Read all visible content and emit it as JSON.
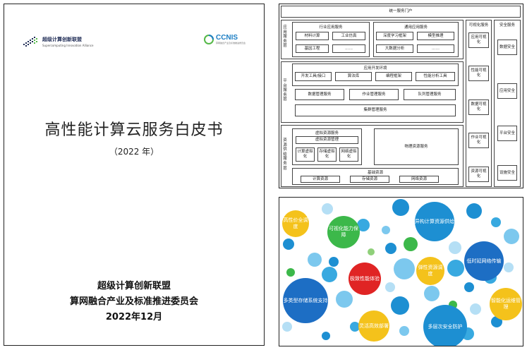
{
  "cover": {
    "logo_left_name": "超级计算创新联盟",
    "logo_left_sub": "Supercomputing Innovation Alliance",
    "logo_right_name": "CCNIS",
    "logo_right_sub": "算网融合产业及标准推进委员会",
    "title": "高性能计算云服务白皮书",
    "year": "（2022 年）",
    "org1": "超级计算创新联盟",
    "org2": "算网融合产业及标准推进委员会",
    "date": "2022年12月",
    "colors": {
      "logo_dark": "#1e2b55",
      "logo_blue": "#1c7ec4",
      "logo_green": "#55b848"
    }
  },
  "architecture": {
    "portal": "统一服务门户",
    "layers": {
      "app": "应用服务层",
      "platform": "平台服务层",
      "resource": "资源供给服务层"
    },
    "industry": {
      "title": "行业应用服务",
      "items": [
        "材料计算",
        "工业仿真",
        "基因工程",
        "……"
      ]
    },
    "general": {
      "title": "通用应用服务",
      "items": [
        "深度学习框架",
        "模型推理",
        "大数据分析",
        "……"
      ]
    },
    "devenv": {
      "title": "应用开发环境",
      "items": [
        "开发工具/接口",
        "算法库",
        "编程框架",
        "性能分析工具"
      ]
    },
    "platform_items": [
      "数据管理服务",
      "作业管理服务",
      "队列管理服务",
      "集群管理服务"
    ],
    "virtual": {
      "title": "虚拟资源服务",
      "manager": "虚拟资源管理",
      "items": [
        "计算虚拟化",
        "存储虚拟化",
        "网络虚拟化"
      ]
    },
    "physical": "物理资源服务",
    "basic": {
      "title": "基础资源",
      "items": [
        "计算资源",
        "存储资源",
        "网络资源"
      ]
    },
    "visual": {
      "title": "可视化服务",
      "items": [
        "应用可视化",
        "性能可视化",
        "数据可视化",
        "作业可视化",
        "资源可视化"
      ]
    },
    "security": {
      "title": "安全服务",
      "items": [
        "数据安全",
        "应用安全",
        "平台安全",
        "设施安全"
      ]
    }
  },
  "bubbles": {
    "labels": [
      {
        "text": "高性价全调度",
        "color": "#f4c21b"
      },
      {
        "text": "可视化能力保障",
        "color": "#3cb84a"
      },
      {
        "text": "异构计算资源供给",
        "color": "#1d8fd2"
      },
      {
        "text": "低时延网络传输",
        "color": "#1d6ec4"
      },
      {
        "text": "极致性能体验",
        "color": "#e02424"
      },
      {
        "text": "弹性资源调度",
        "color": "#f4c21b"
      },
      {
        "text": "多类型存储系统支持",
        "color": "#1d6ec4"
      },
      {
        "text": "灵活高效部署",
        "color": "#f4c21b"
      },
      {
        "text": "多层次安全防护",
        "color": "#1d8fd2"
      },
      {
        "text": "智能化运维管理",
        "color": "#f4c21b"
      }
    ],
    "deco_colors": [
      "#1d8fd2",
      "#38a9e0",
      "#7cc8ee",
      "#b5dff5",
      "#3cb84a",
      "#8fd07a",
      "#f4c21b"
    ]
  }
}
